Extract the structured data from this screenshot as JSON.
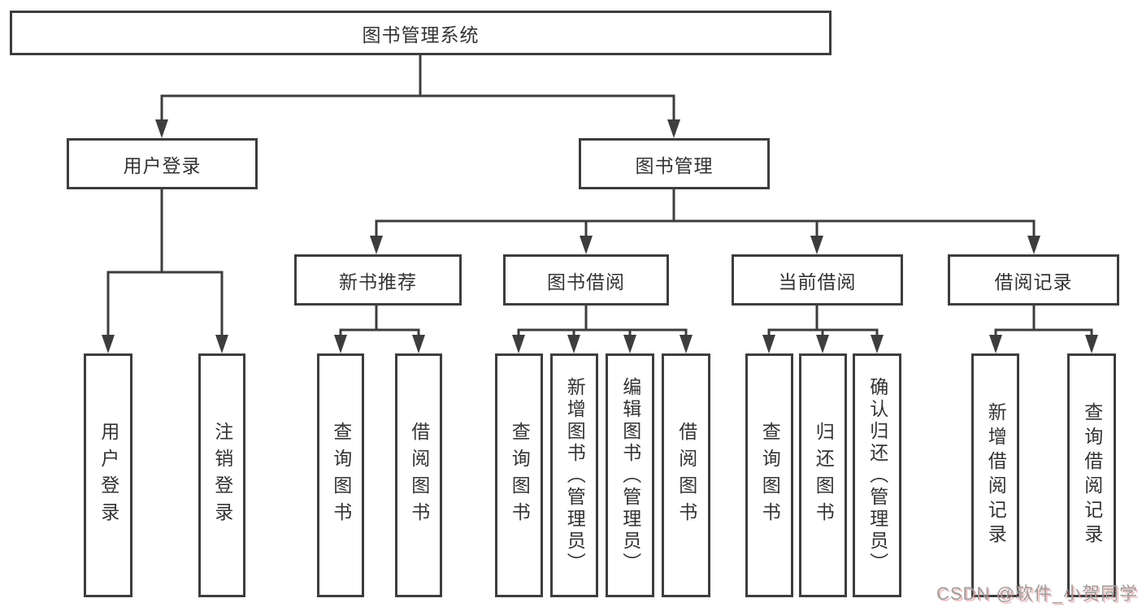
{
  "diagram": {
    "root": {
      "label": "图书管理系统"
    },
    "level2": [
      {
        "label": "用户登录"
      },
      {
        "label": "图书管理"
      }
    ],
    "level3": [
      {
        "label": "新书推荐",
        "parent": "图书管理"
      },
      {
        "label": "图书借阅",
        "parent": "图书管理"
      },
      {
        "label": "当前借阅",
        "parent": "图书管理"
      },
      {
        "label": "借阅记录",
        "parent": "图书管理"
      }
    ],
    "leaves": [
      {
        "label": "用户登录",
        "parent": "用户登录"
      },
      {
        "label": "注销登录",
        "parent": "用户登录"
      },
      {
        "label": "查询图书",
        "parent": "新书推荐"
      },
      {
        "label": "借阅图书",
        "parent": "新书推荐"
      },
      {
        "label": "查询图书",
        "parent": "图书借阅"
      },
      {
        "label": "新增图书（管理员）",
        "parent": "图书借阅"
      },
      {
        "label": "编辑图书（管理员）",
        "parent": "图书借阅"
      },
      {
        "label": "借阅图书",
        "parent": "图书借阅"
      },
      {
        "label": "查询图书",
        "parent": "当前借阅"
      },
      {
        "label": "归还图书",
        "parent": "当前借阅"
      },
      {
        "label": "确认归还（管理员）",
        "parent": "当前借阅"
      },
      {
        "label": "新增借阅记录",
        "parent": "借阅记录"
      },
      {
        "label": "查询借阅记录",
        "parent": "借阅记录"
      }
    ]
  },
  "watermark": {
    "text": "CSDN @软件_小贺同学"
  },
  "colors": {
    "line": "#3d3d3d",
    "box_border": "#3d3d3d",
    "box_fill": "#ffffff",
    "text": "#333333",
    "watermark_gray": "#9e9e9e",
    "watermark_red_shadow": "#d66060"
  }
}
